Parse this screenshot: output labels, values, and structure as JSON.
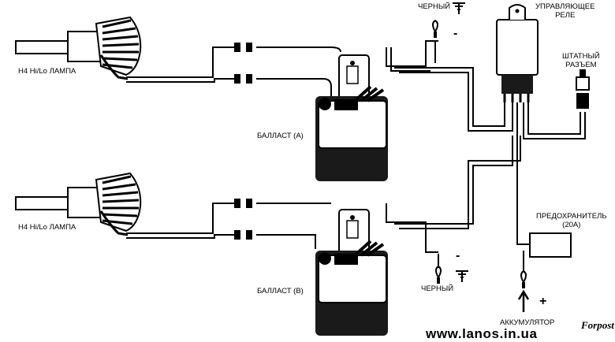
{
  "labels": {
    "lamp_top": "H4 Hi/Lo ЛАМПА",
    "lamp_bottom": "H4 Hi/Lo ЛАМПА",
    "ballast_a": "БАЛЛАСТ (А)",
    "ballast_b": "БАЛЛАСТ (В)",
    "black_top": "ЧЕРНЫЙ",
    "black_bottom": "ЧЕРНЫЙ",
    "relay": "УПРАВЛЯЮЩЕЕ\nРЕЛЕ",
    "connector": "ШТАТНЫЙ\nРАЗЪЕМ",
    "fuse": "ПРЕДОХРАНИТЕЛЬ\n(20А)",
    "battery": "АККУМУЛЯТОР",
    "minus_top": "-",
    "minus_bottom": "-",
    "plus": "+",
    "website": "www.lanos.in.ua",
    "watermark": "Forpost"
  },
  "icons": [
    "ground-symbol",
    "ring-terminal",
    "arrow-up"
  ]
}
